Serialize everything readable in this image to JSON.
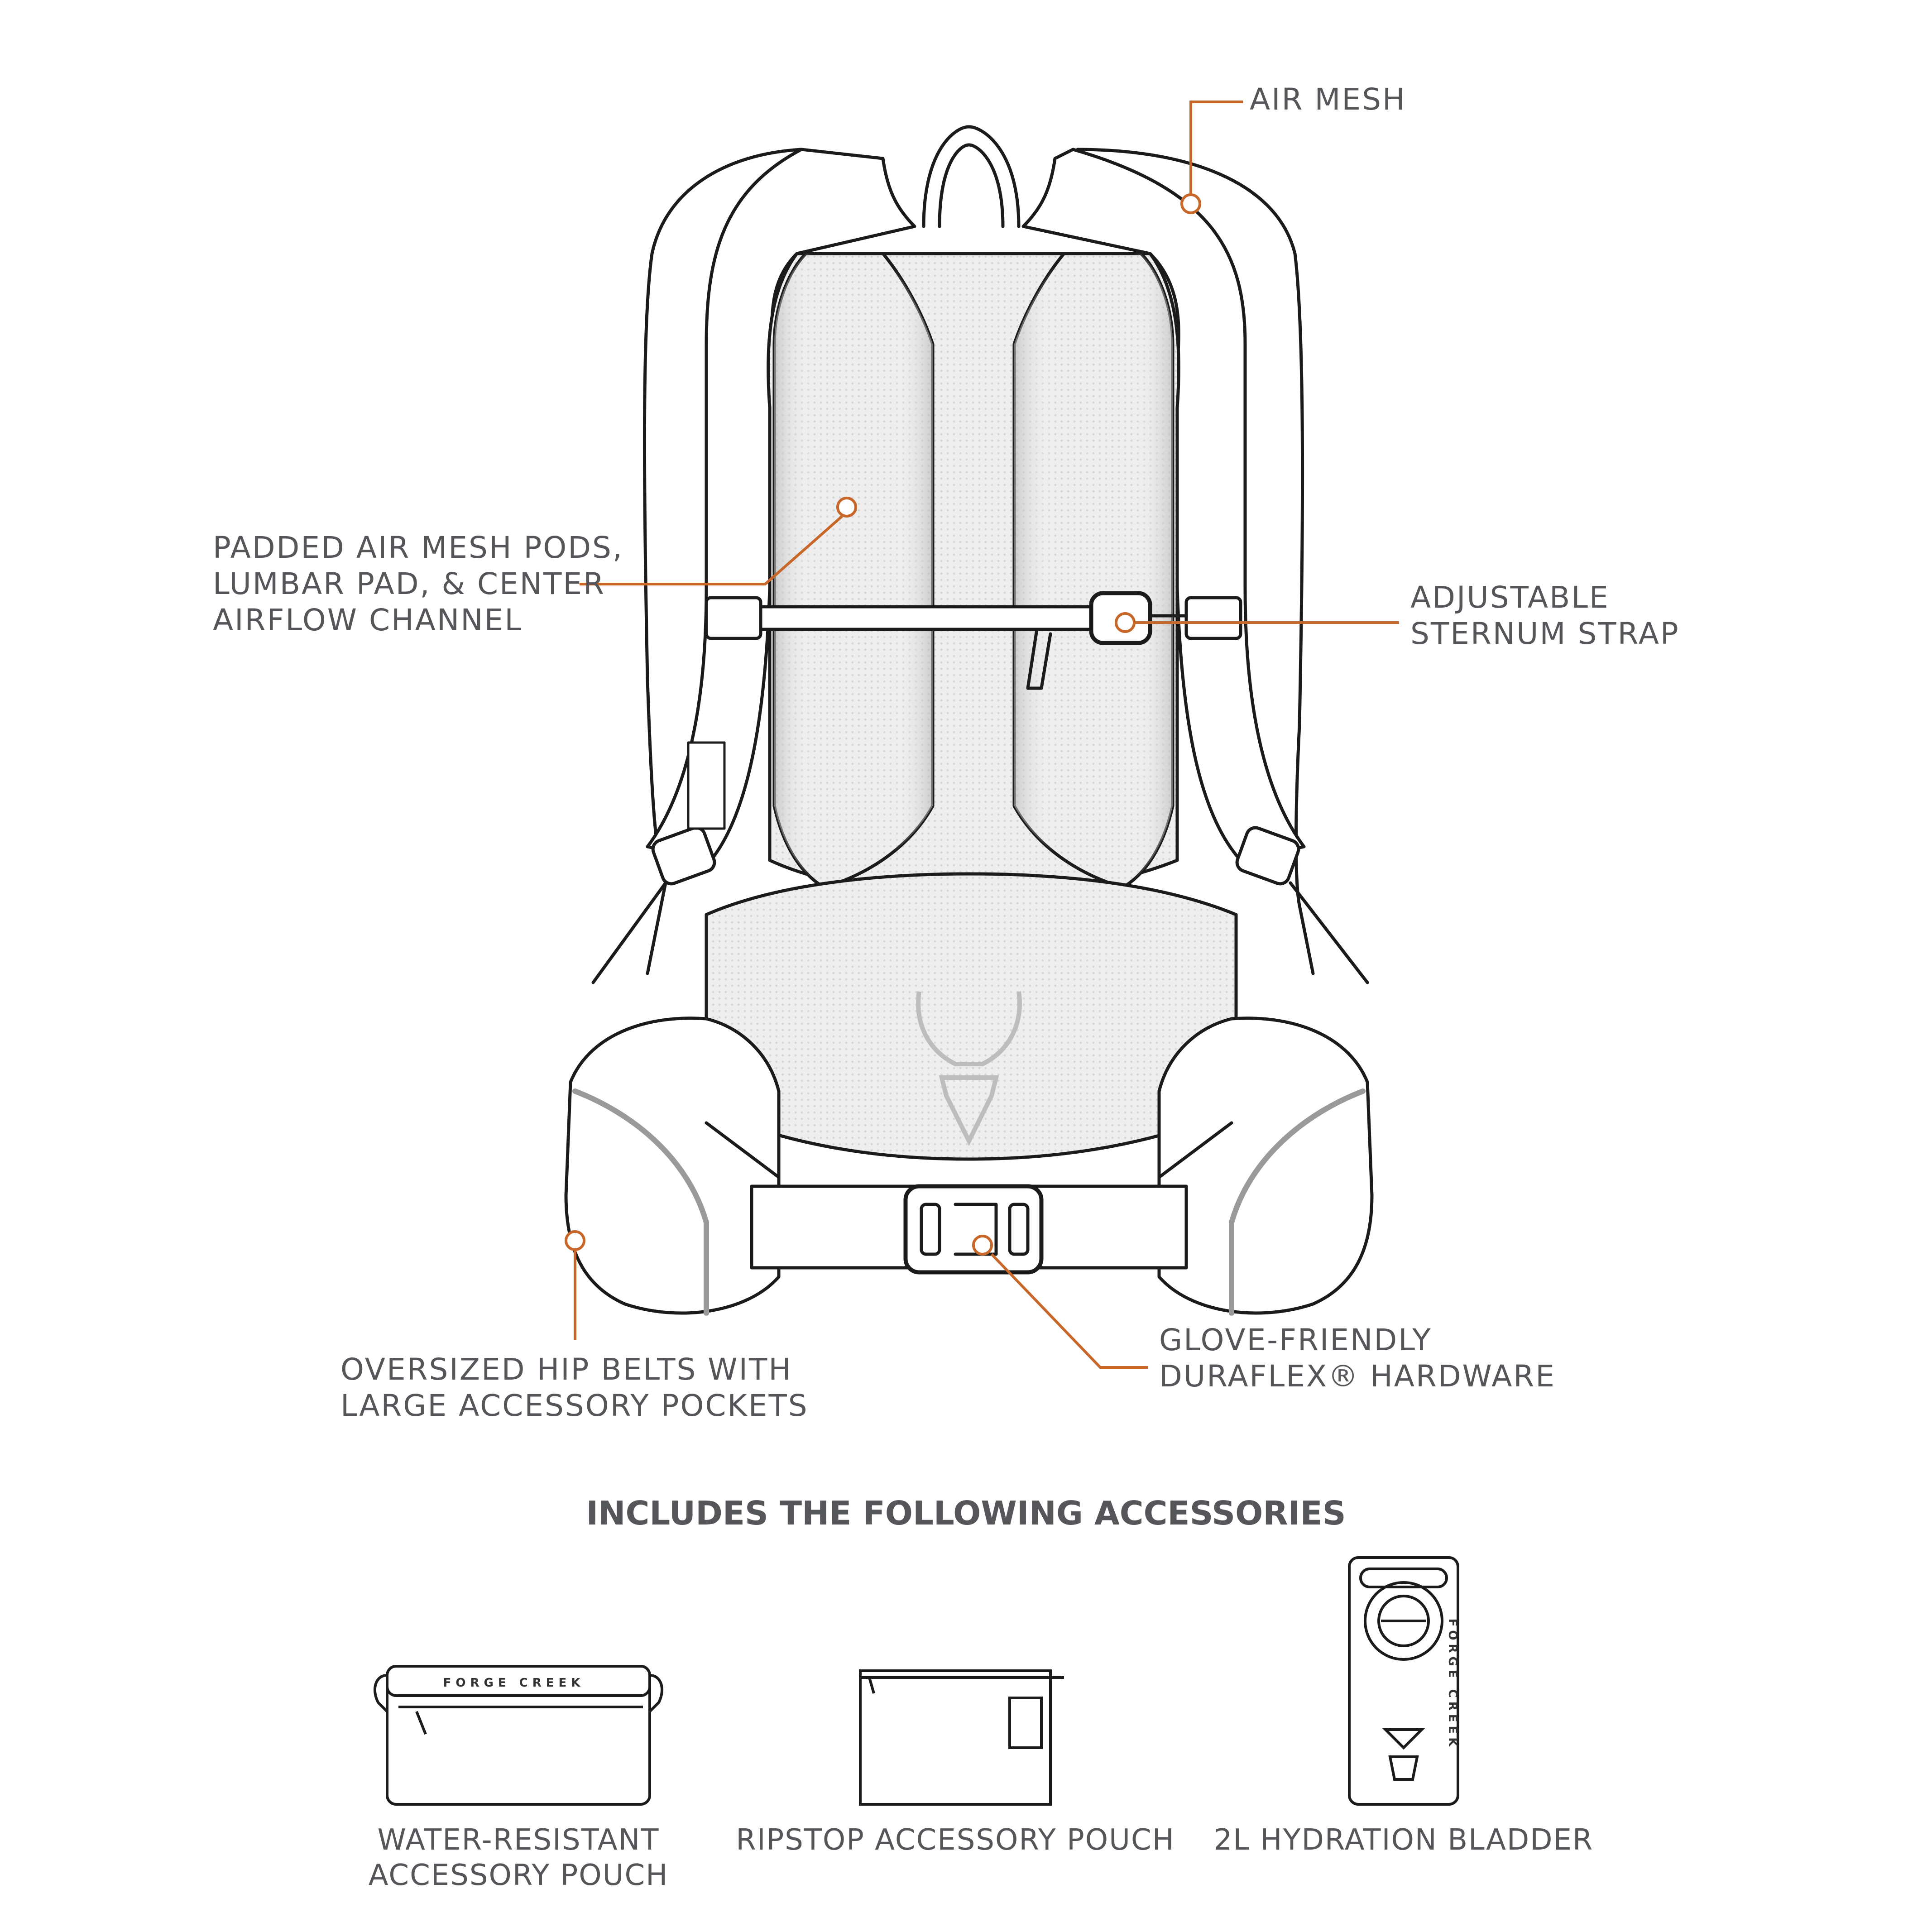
{
  "accent_color": "#c8672a",
  "text_color": "#55565a",
  "callouts": {
    "air_mesh": {
      "lines": [
        "AIR MESH"
      ]
    },
    "padded_pods": {
      "lines": [
        "PADDED AIR MESH PODS,",
        "LUMBAR PAD, & CENTER",
        "AIRFLOW CHANNEL"
      ]
    },
    "sternum_strap": {
      "lines": [
        "ADJUSTABLE",
        "STERNUM STRAP"
      ]
    },
    "hip_belts": {
      "lines": [
        "OVERSIZED HIP BELTS WITH",
        "LARGE ACCESSORY POCKETS"
      ]
    },
    "hardware": {
      "lines": [
        "GLOVE-FRIENDLY",
        "DURAFLEX® HARDWARE"
      ]
    }
  },
  "accessories": {
    "heading": "INCLUDES THE FOLLOWING ACCESSORIES",
    "brand_text": "FORGE CREEK",
    "items": [
      {
        "lines": [
          "WATER-RESISTANT",
          "ACCESSORY POUCH"
        ],
        "icon": "water-resistant-pouch-icon"
      },
      {
        "lines": [
          "RIPSTOP ACCESSORY POUCH"
        ],
        "icon": "ripstop-pouch-icon"
      },
      {
        "lines": [
          "2L HYDRATION BLADDER"
        ],
        "icon": "hydration-bladder-icon"
      }
    ]
  }
}
